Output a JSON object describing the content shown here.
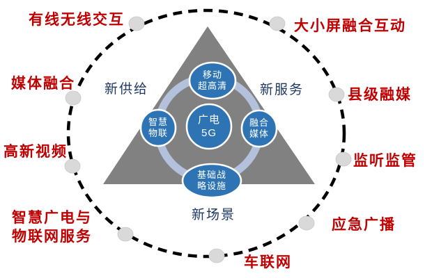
{
  "diagram": {
    "colors": {
      "outer_text_red": "#C00000",
      "inner_text_navy": "#1F3864",
      "triangle_gray": "#818181",
      "node_blue": "#2E74B5",
      "ring_light_blue": "#B3C1DC",
      "dot_gray": "#D9D9D9",
      "dashed_line_black": "#000000"
    },
    "outer_labels": {
      "wired_wireless": {
        "text": "有线无线交互"
      },
      "big_small_screen": {
        "text": "大小屏融合互动"
      },
      "media_convergence": {
        "text": "媒体融合"
      },
      "county_media": {
        "text": "县级融媒"
      },
      "high_tech_video": {
        "text": "高新视频"
      },
      "monitoring": {
        "text": "监听监管"
      },
      "smart_broadcast_iot": {
        "lines": [
          "智慧广电与",
          "物联网服务"
        ]
      },
      "emergency_broadcast": {
        "text": "应急广播"
      },
      "iov": {
        "text": "车联网"
      }
    },
    "inner_labels": {
      "new_supply": "新供给",
      "new_service": "新服务",
      "new_scene": "新场景"
    },
    "nodes": {
      "mobile_uhd": {
        "line1": "移动",
        "line2": "超高清"
      },
      "smart_iot": {
        "line1": "智慧",
        "line2": "物联"
      },
      "broadcast_5g": {
        "line1": "广电",
        "line2": "5G"
      },
      "converged_media": {
        "line1": "融合",
        "line2": "媒体"
      },
      "infrastructure": {
        "line1": "基础战",
        "line2": "略设施"
      }
    }
  }
}
